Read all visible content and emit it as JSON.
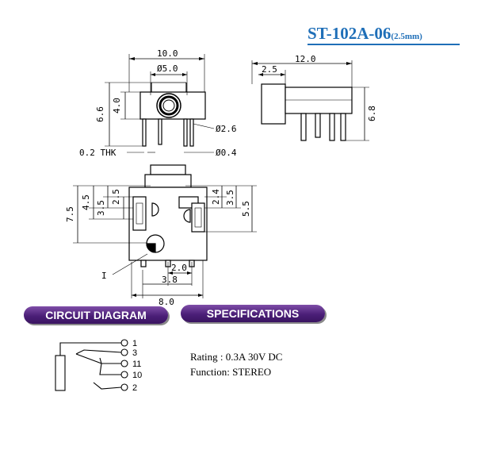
{
  "title": {
    "part": "ST-102A-06",
    "size": "(2.5mm)"
  },
  "top_view": {
    "width": "10.0",
    "bore": "Ø5.0",
    "height_total": "6.6",
    "height_body": "4.0",
    "pin_dia": "Ø2.6",
    "thickness": "0.2 THK",
    "pin_wire": "Ø0.4"
  },
  "side_view": {
    "length": "12.0",
    "offset": "2.5",
    "height": "6.8"
  },
  "bottom_view": {
    "left_outer": "7.5",
    "left_mid": "4.5",
    "left_inner": "2.5",
    "left_near": "3.5",
    "right_a": "2.4",
    "right_b": "3.5",
    "right_c": "5.5",
    "bottom_a": "2.0",
    "bottom_b": "3.8",
    "bottom_c": "8.0",
    "pin_marker": "I"
  },
  "sections": {
    "circuit": "CIRCUIT DIAGRAM",
    "specs": "SPECIFICATIONS"
  },
  "circuit": {
    "pins": [
      "1",
      "3",
      "11",
      "10",
      "2"
    ]
  },
  "specs": {
    "rating": "Rating : 0.3A 30V DC",
    "function": "Function: STEREO"
  }
}
